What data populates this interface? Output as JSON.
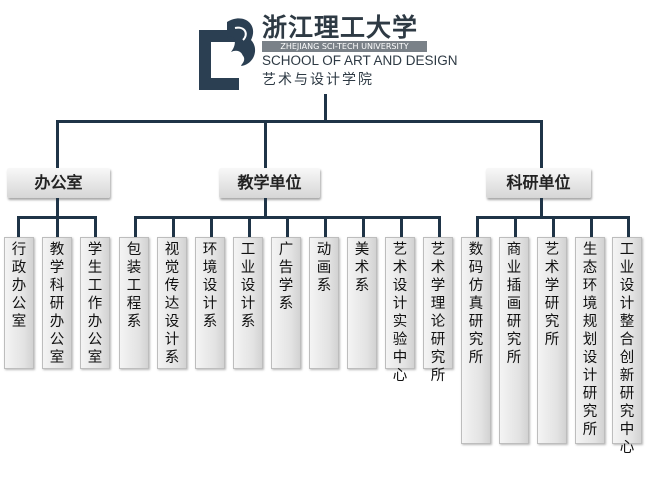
{
  "logo": {
    "name_cn": "浙江理工大学",
    "name_en": "ZHEJIANG SCI-TECH UNIVERSITY",
    "school_en": "SCHOOL OF ART AND DESIGN",
    "school_cn": "艺术与设计学院"
  },
  "groups": [
    {
      "title": "办公室",
      "units": [
        "行政办公室",
        "教学科研办公室",
        "学生工作办公室"
      ]
    },
    {
      "title": "教学单位",
      "units": [
        "包装工程系",
        "视觉传达设计系",
        "环境设计系",
        "工业设计系",
        "广告学系",
        "动画系",
        "美术系",
        "艺术设计实验中心",
        "艺术学理论研究所"
      ]
    },
    {
      "title": "科研单位",
      "units": [
        "数码仿真研究所",
        "商业插画研究所",
        "艺术学研究所",
        "生态环境规划设计研究所",
        "工业设计整合创新研究中心"
      ]
    }
  ]
}
